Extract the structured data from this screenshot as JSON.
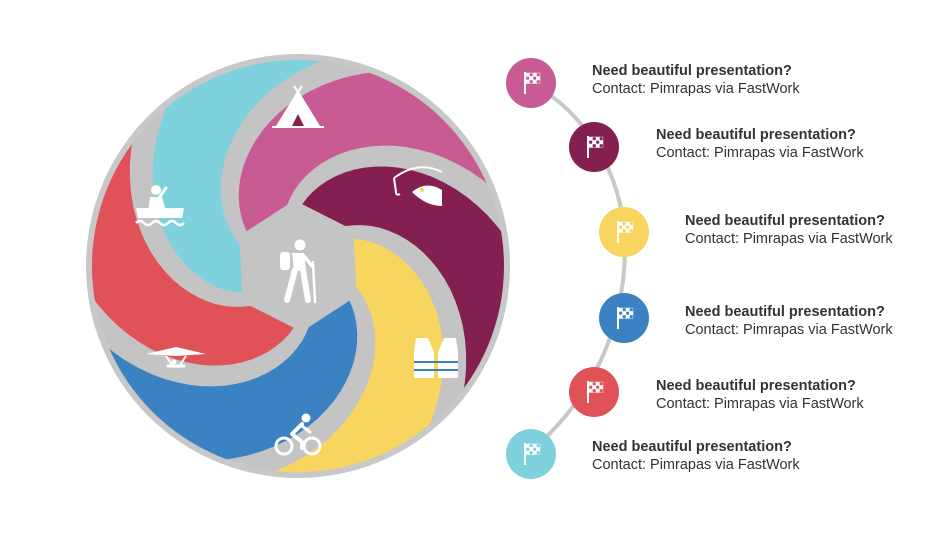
{
  "colors": {
    "ring": "#c8c8c8",
    "center": "#c4c4c4",
    "magenta": "#c95b94",
    "plum": "#841f52",
    "yellow": "#f7d55e",
    "blue": "#3a82c2",
    "red": "#e05257",
    "cyan": "#7fd1dd",
    "icon": "#ffffff"
  },
  "wheel": {
    "center_icon": "hiker-icon",
    "segments": [
      {
        "name": "segment-rafting",
        "icon": "rafting-icon",
        "color": "#c95b94"
      },
      {
        "name": "segment-camping",
        "icon": "tent-icon",
        "color": "#841f52"
      },
      {
        "name": "segment-fishing",
        "icon": "fishing-icon",
        "color": "#f7d55e"
      },
      {
        "name": "segment-life-jacket",
        "icon": "life-jacket-icon",
        "color": "#3a82c2"
      },
      {
        "name": "segment-cycling",
        "icon": "cyclist-icon",
        "color": "#e05257"
      },
      {
        "name": "segment-hang-gliding",
        "icon": "hang-glider-icon",
        "color": "#7fd1dd"
      }
    ]
  },
  "timeline": {
    "items": [
      {
        "title": "Need beautiful presentation?",
        "subtitle": "Contact: Pimrapas via FastWork",
        "color": "#c95b94",
        "icon": "checkered-flag-icon"
      },
      {
        "title": "Need beautiful presentation?",
        "subtitle": "Contact: Pimrapas via FastWork",
        "color": "#841f52",
        "icon": "checkered-flag-icon"
      },
      {
        "title": "Need beautiful presentation?",
        "subtitle": "Contact: Pimrapas via FastWork",
        "color": "#f7d55e",
        "icon": "checkered-flag-icon"
      },
      {
        "title": "Need beautiful presentation?",
        "subtitle": "Contact: Pimrapas via FastWork",
        "color": "#3a82c2",
        "icon": "checkered-flag-icon"
      },
      {
        "title": "Need beautiful presentation?",
        "subtitle": "Contact: Pimrapas via FastWork",
        "color": "#e05257",
        "icon": "checkered-flag-icon"
      },
      {
        "title": "Need beautiful presentation?",
        "subtitle": "Contact: Pimrapas via FastWork",
        "color": "#7fd1dd",
        "icon": "checkered-flag-icon"
      }
    ]
  }
}
